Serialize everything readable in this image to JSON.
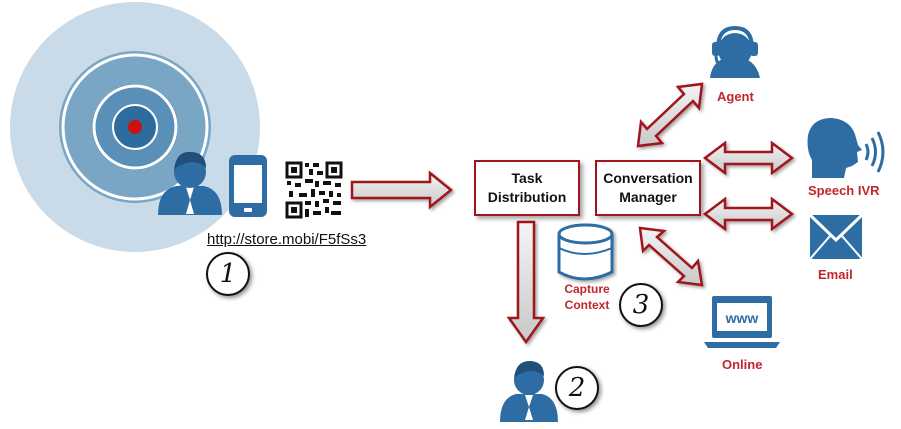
{
  "url": "http://store.mobi/F5fSs3",
  "boxes": {
    "task_distribution": [
      "Task",
      "Distribution"
    ],
    "conversation_manager": [
      "Conversation",
      "Manager"
    ]
  },
  "labels": {
    "agent": "Agent",
    "speech_ivr": "Speech IVR",
    "email": "Email",
    "online": "Online",
    "capture_context": [
      "Capture",
      "Context"
    ]
  },
  "steps": [
    "1",
    "2",
    "3"
  ],
  "online_screen_text": "www",
  "colors": {
    "accent_red": "#a0141c",
    "label_red": "#c0272d",
    "icon_blue": "#2e6da4",
    "target_light": "#c9dbe8",
    "target_mid": "#7aa6c6",
    "target_dark": "#2f6c9e",
    "target_center": "#cc1111"
  }
}
